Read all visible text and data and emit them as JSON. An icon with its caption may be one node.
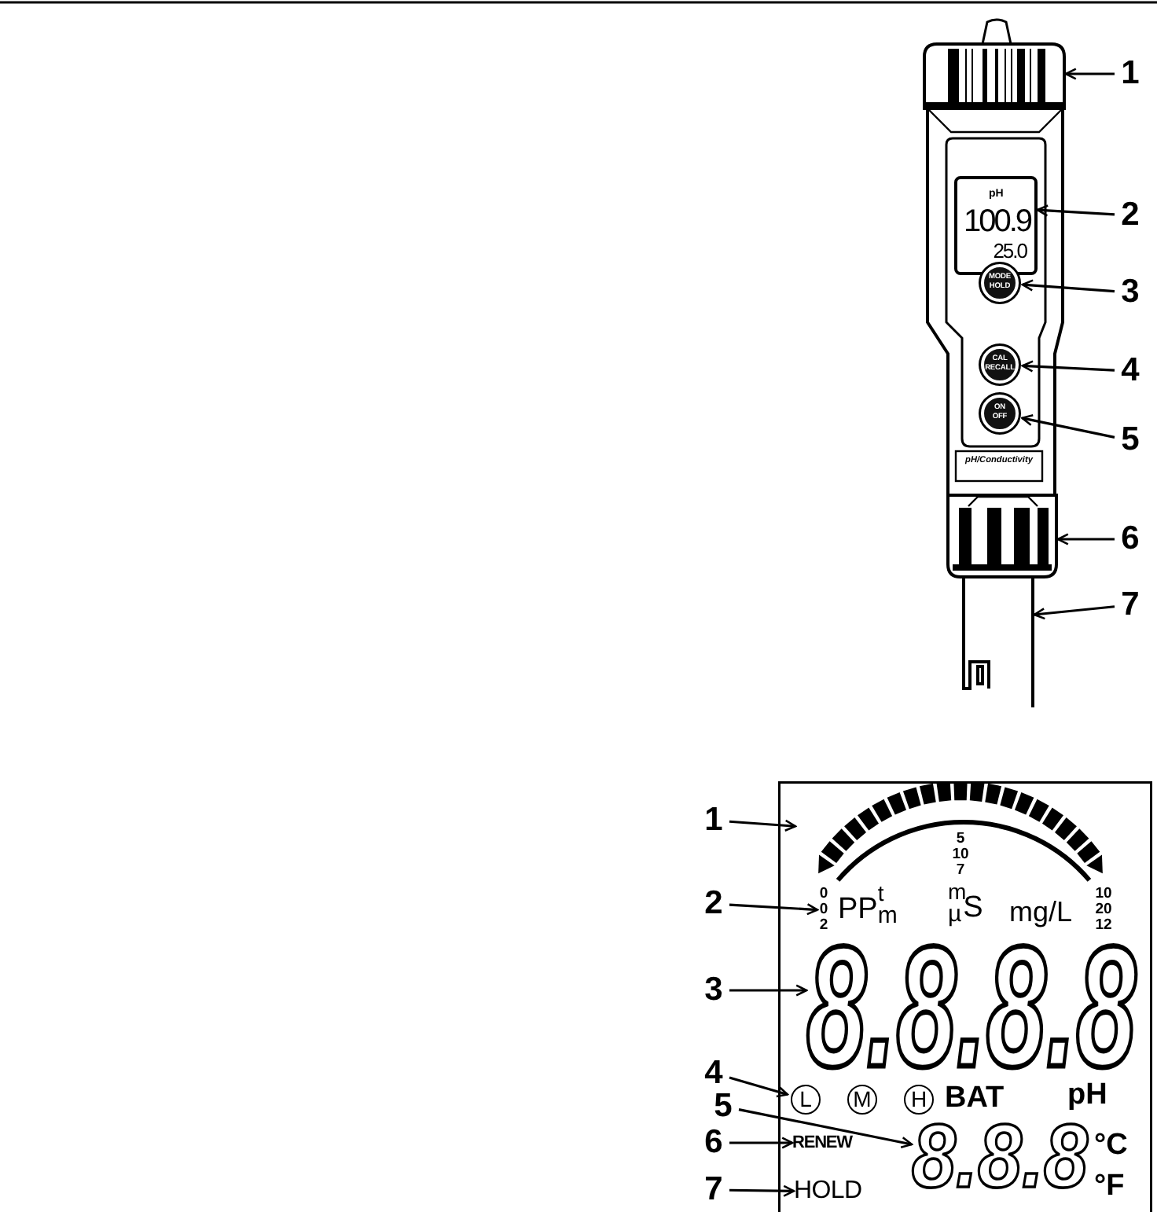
{
  "diagram": {
    "nodes": [
      {
        "text": [],
        "shape": "box"
      },
      {
        "text": [
          "pH",
          "100.9",
          "25.0"
        ]
      },
      {
        "text": [
          "MODE HOLD"
        ]
      },
      {
        "text": [
          "CAL RECALL"
        ]
      },
      {
        "text": [
          "ON OFF"
        ]
      },
      {
        "text": [],
        "shape": "box"
      },
      {
        "text": [],
        "shape": "box"
      },
      {
        "text": [
          "1"
        ]
      },
      {
        "text": [
          "2"
        ]
      },
      {
        "text": [
          "3"
        ]
      },
      {
        "text": [
          "4"
        ]
      },
      {
        "text": [
          "5"
        ]
      },
      {
        "text": [
          "6"
        ]
      },
      {
        "text": [
          "7"
        ]
      },
      {
        "text": [],
        "shape": "box"
      },
      {
        "text": [],
        "shape": "bar",
        "in": 14
      },
      {
        "text": [
          "0 0 2"
        ],
        "in": 14
      },
      {
        "text": [
          "8.8.8.8"
        ],
        "in": 14
      },
      {
        "text": [
          "L"
        ],
        "in": 14
      },
      {
        "text": [
          "M"
        ],
        "in": 14
      },
      {
        "text": [
          "H"
        ],
        "in": 14
      },
      {
        "text": [
          "RENEW"
        ],
        "in": 14
      },
      {
        "text": [
          "8.8.8"
        ],
        "in": 14
      },
      {
        "text": [
          "HOLD"
        ],
        "in": 14
      },
      {
        "text": [
          "1"
        ]
      },
      {
        "text": [
          "2"
        ]
      },
      {
        "text": [
          "3"
        ]
      },
      {
        "text": [
          "4"
        ]
      },
      {
        "text": [
          "5"
        ]
      },
      {
        "text": [
          "6"
        ]
      },
      {
        "text": [
          "7"
        ]
      }
    ],
    "edges": [
      {
        "from": 7,
        "to": 0,
        "arrow": "to"
      },
      {
        "from": 8,
        "to": 1,
        "arrow": "to"
      },
      {
        "from": 9,
        "to": 2,
        "arrow": "to"
      },
      {
        "from": 10,
        "to": 3,
        "arrow": "to"
      },
      {
        "from": 11,
        "to": 4,
        "arrow": "to"
      },
      {
        "from": 12,
        "to": 5,
        "arrow": "to"
      },
      {
        "from": 13,
        "to": 6,
        "arrow": "to"
      },
      {
        "from": 24,
        "to": 15,
        "arrow": "to"
      },
      {
        "from": 25,
        "to": 16,
        "arrow": "to"
      },
      {
        "from": 26,
        "to": 17,
        "arrow": "to"
      },
      {
        "from": 27,
        "to": 18,
        "arrow": "to"
      },
      {
        "from": 28,
        "to": 22,
        "arrow": "to"
      },
      {
        "from": 29,
        "to": 21,
        "arrow": "to"
      },
      {
        "from": 30,
        "to": 23,
        "arrow": "to"
      }
    ],
    "labels": [
      "pH/Conductivity",
      "5 10 7",
      "PP$^{t}$$_{m}$",
      "$^{m}$$_{µ}$S",
      "mg/L",
      "10 20 12",
      "BAT",
      "pH",
      "°C",
      "°F"
    ]
  }
}
